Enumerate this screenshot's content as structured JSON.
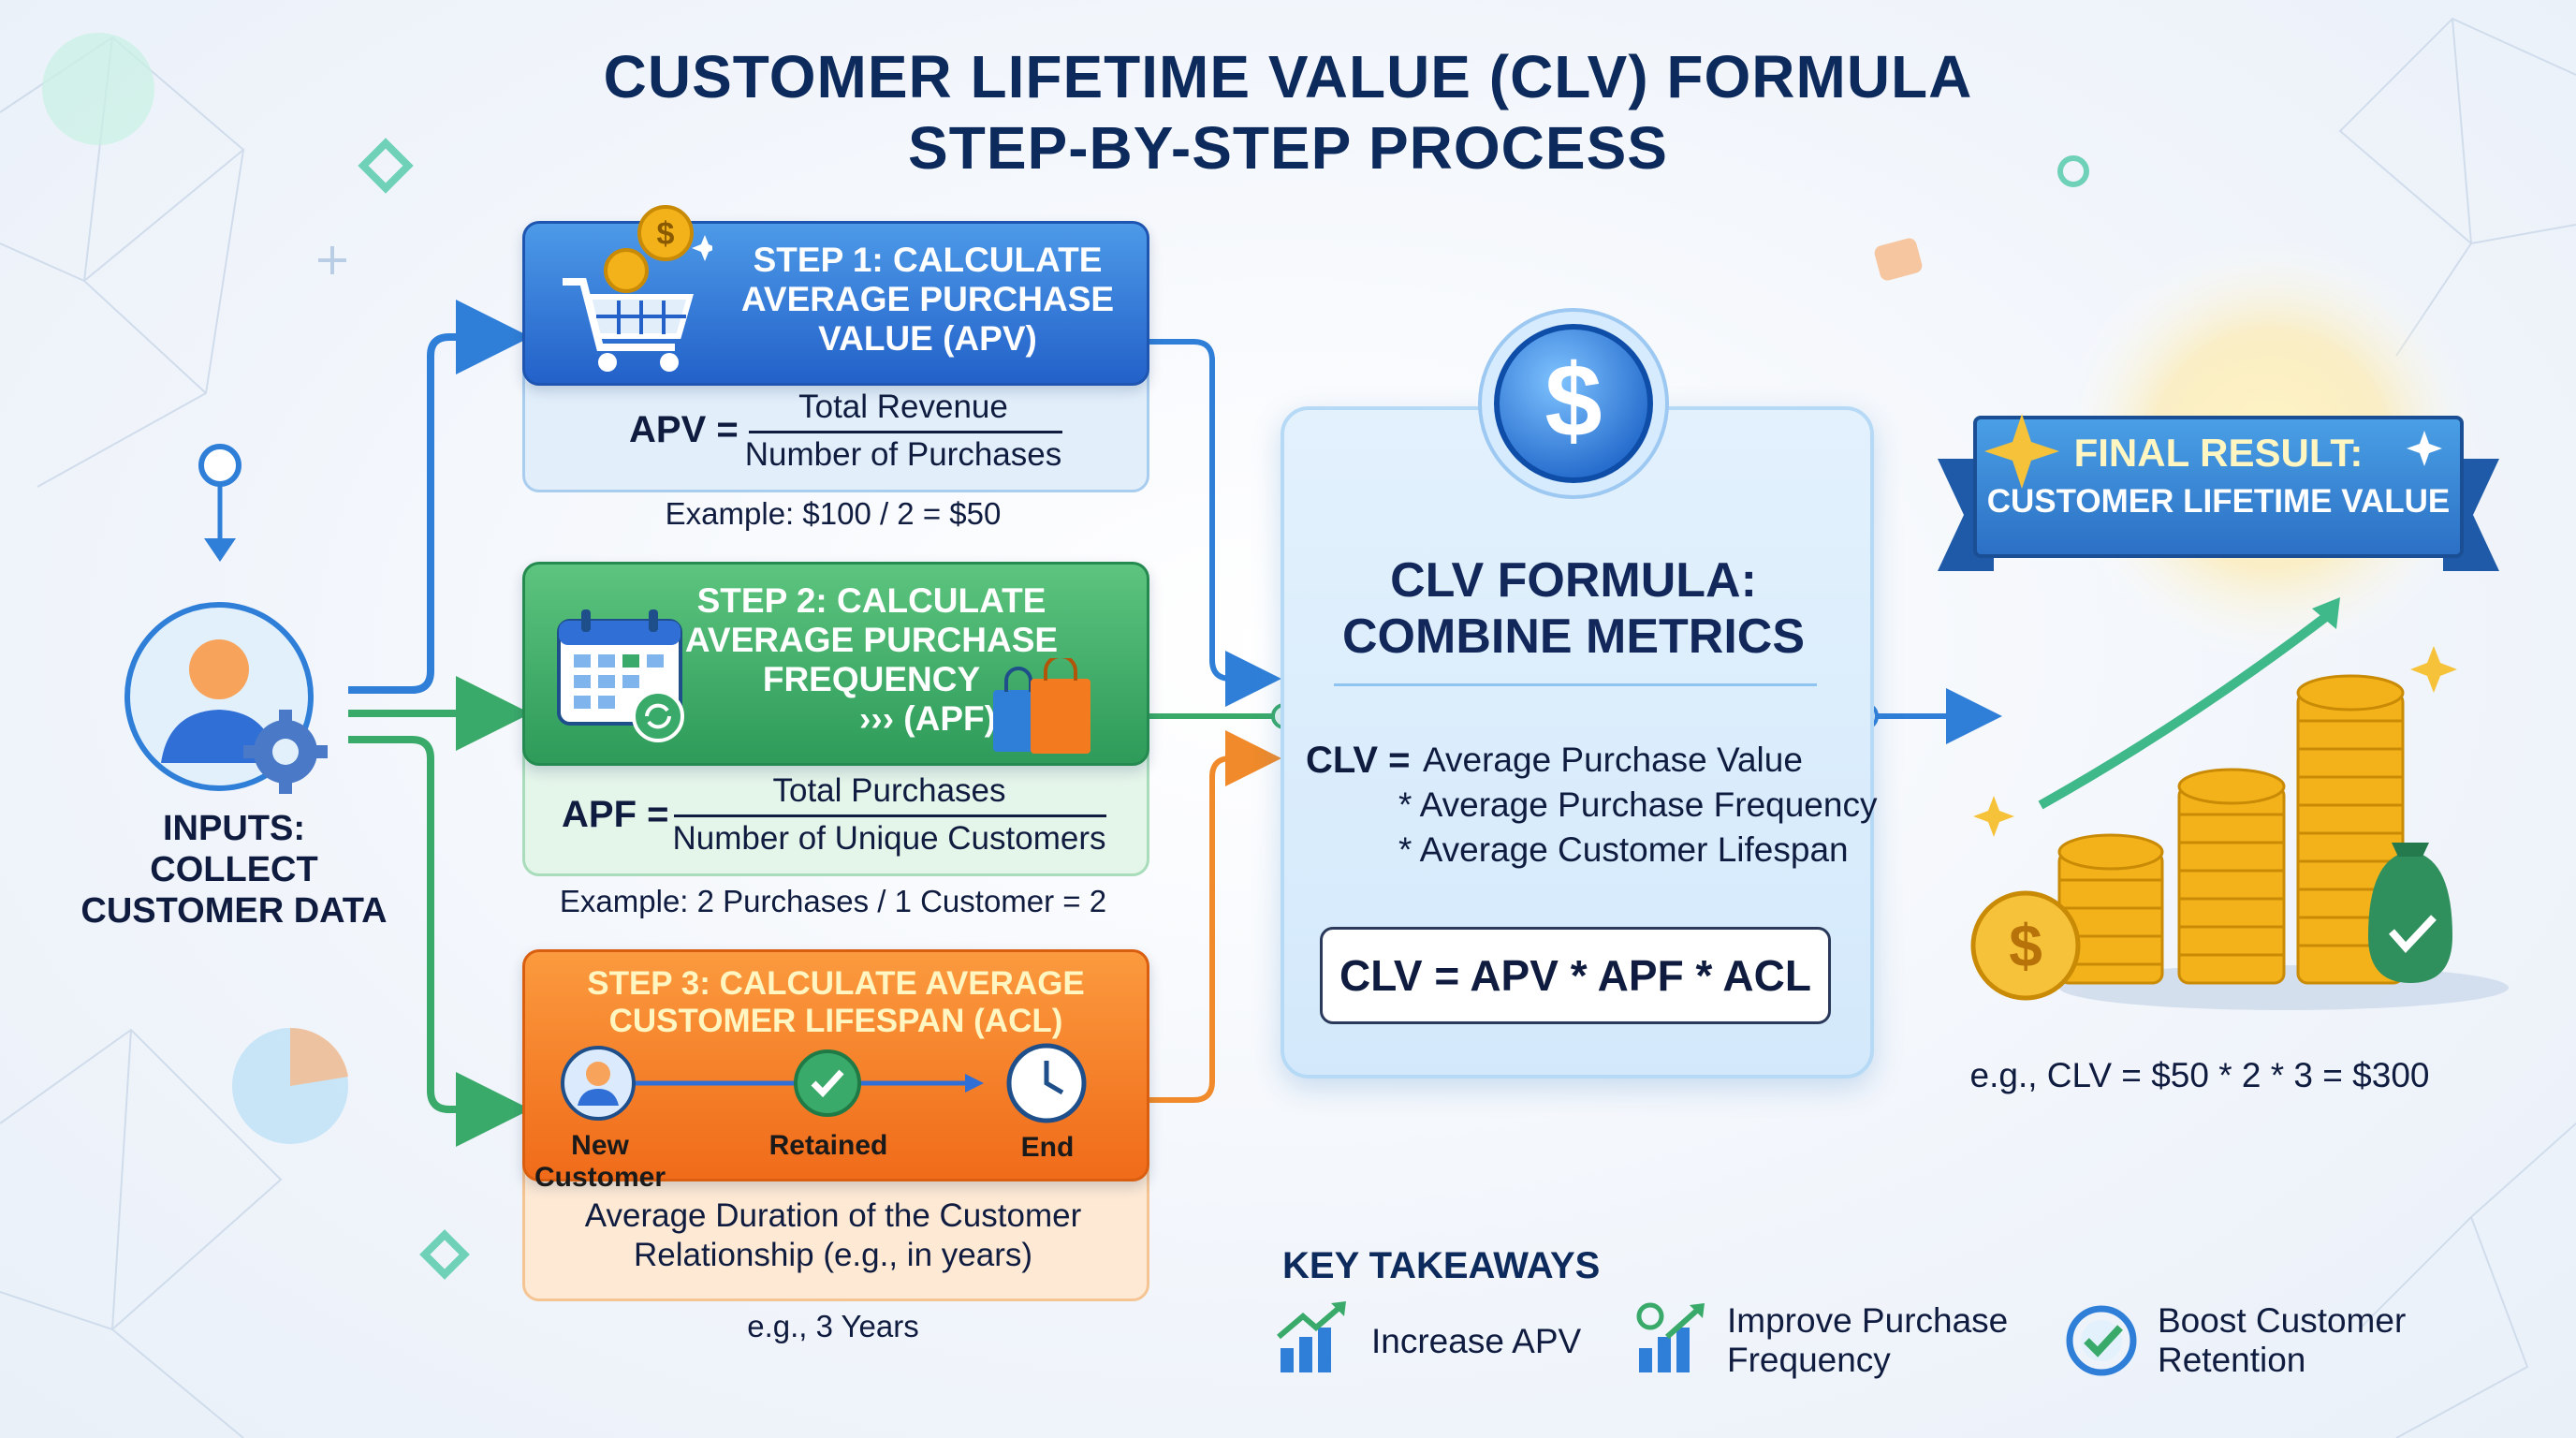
{
  "title": {
    "line1": "CUSTOMER LIFETIME VALUE (CLV) FORMULA",
    "line2": "STEP-BY-STEP PROCESS"
  },
  "inputs": {
    "line1": "INPUTS:",
    "line2": "COLLECT",
    "line3": "CUSTOMER DATA"
  },
  "step1": {
    "title_l1": "STEP 1: CALCULATE",
    "title_l2": "AVERAGE PURCHASE",
    "title_l3": "VALUE (APV)",
    "label": "APV =",
    "numerator": "Total Revenue",
    "denominator": "Number of Purchases",
    "example": "Example: $100 / 2 = $50"
  },
  "step2": {
    "title_l1": "STEP 2: CALCULATE",
    "title_l2": "AVERAGE PURCHASE",
    "title_l3": "FREQUENCY",
    "title_l4": "(APF)",
    "label": "APF =",
    "numerator": "Total Purchases",
    "denominator": "Number of Unique Customers",
    "example": "Example: 2 Purchases / 1 Customer = 2"
  },
  "step3": {
    "title_l1": "STEP 3: CALCULATE AVERAGE",
    "title_l2": "CUSTOMER LIFESPAN (ACL)",
    "node1": "New Customer",
    "node2": "Retained",
    "node3": "End",
    "body_l1": "Average Duration of the Customer",
    "body_l2": "Relationship (e.g., in years)",
    "example": "e.g., 3 Years"
  },
  "formula": {
    "title_l1": "CLV FORMULA:",
    "title_l2": "COMBINE METRICS",
    "clv_label": "CLV =",
    "term1": "Average Purchase Value",
    "term2": "* Average Purchase Frequency",
    "term3": "* Average Customer Lifespan",
    "boxed": "CLV = APV * APF * ACL"
  },
  "result": {
    "banner_l1": "FINAL RESULT:",
    "banner_l2": "CUSTOMER LIFETIME VALUE",
    "example": "e.g., CLV = $50 * 2 * 3 = $300"
  },
  "takeaways": {
    "title": "KEY TAKEAWAYS",
    "item1": "Increase APV",
    "item2_l1": "Improve Purchase",
    "item2_l2": "Frequency",
    "item3_l1": "Boost Customer",
    "item3_l2": "Retention"
  },
  "colors": {
    "step1": "#2f6fd6",
    "step2": "#34a865",
    "step3": "#f47a1f",
    "navy": "#0d2a5c",
    "coin": "#f3b21a"
  }
}
